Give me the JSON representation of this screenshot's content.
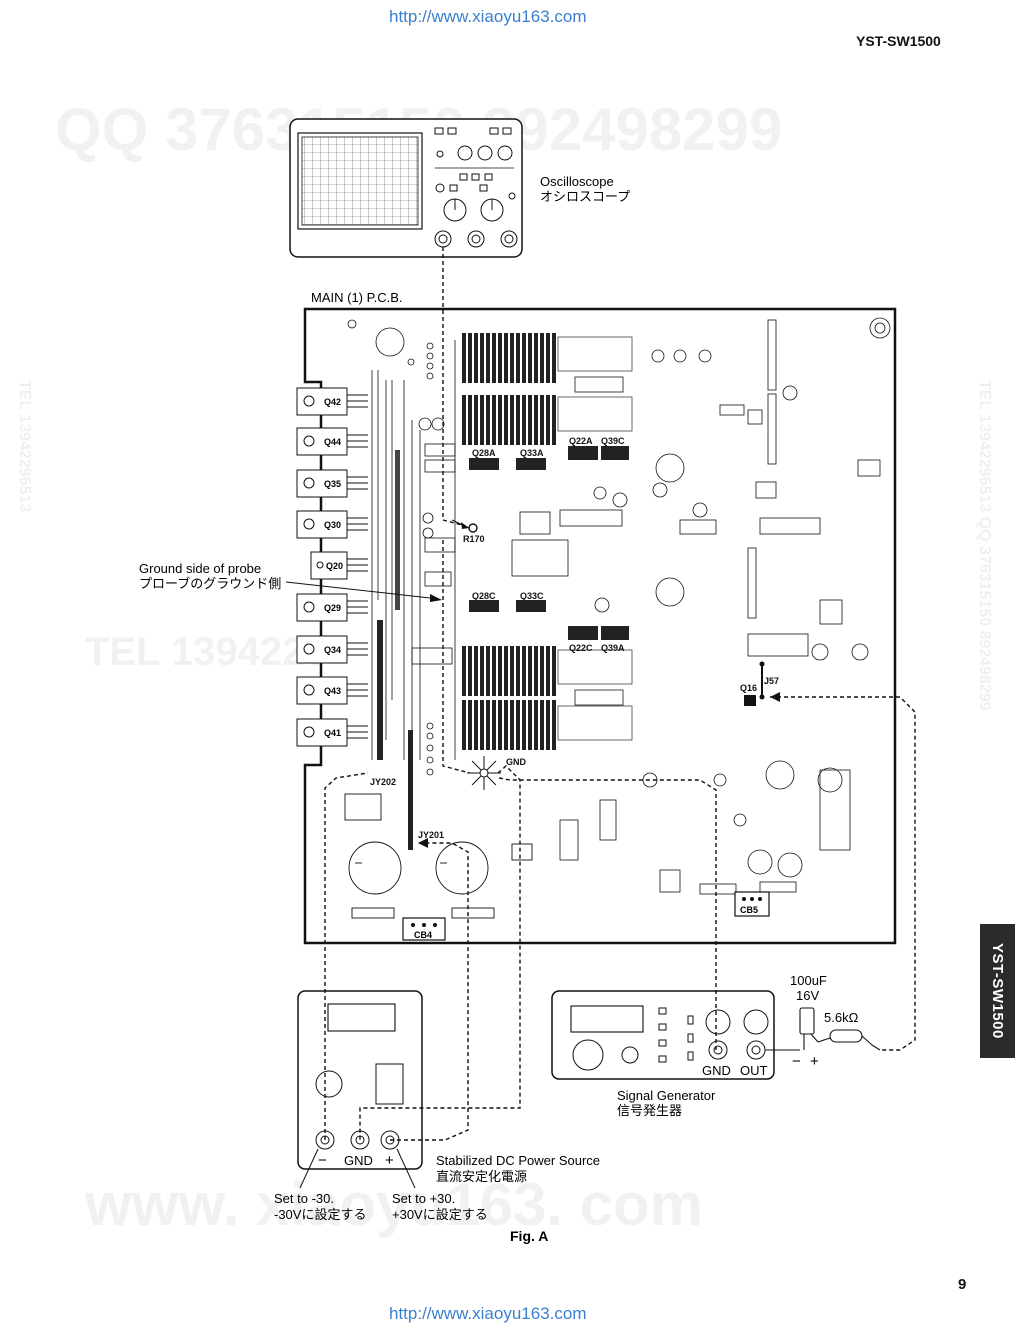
{
  "header": {
    "url_top": "http://www.xiaoyu163.com",
    "model": "YST-SW1500"
  },
  "side_tab": "YST-SW1500",
  "watermarks": {
    "qq_line": "QQ 376315150    892498299",
    "tel_line": "TEL 13942296513",
    "www_line": "www. xiaoyu163. com",
    "side_left": "TEL 13942296513",
    "side_right": "TEL 13942296513  QQ 376315150  892498299"
  },
  "diagram": {
    "oscilloscope": {
      "en": "Oscilloscope",
      "jp": "オシロスコープ"
    },
    "pcb_title": "MAIN (1) P.C.B.",
    "probe_label": {
      "en": "Ground side of probe",
      "jp": "プローブのグラウンド側"
    },
    "transistors_left": [
      "Q42",
      "Q44",
      "Q35",
      "Q30",
      "Q20",
      "Q29",
      "Q34",
      "Q43",
      "Q41"
    ],
    "heatsink_labels": [
      "Q28A",
      "Q33A",
      "Q22A",
      "Q39C",
      "Q28C",
      "Q33C",
      "Q22C",
      "Q39A"
    ],
    "refs": {
      "r170": "R170",
      "gnd": "GND",
      "jy202": "JY202",
      "jy201": "JY201",
      "cb4": "CB4",
      "cb5": "CB5",
      "q16": "Q16",
      "j57": "J57"
    },
    "signal_generator": {
      "en": "Signal Generator",
      "jp": "信号発生器",
      "gnd": "GND",
      "out": "OUT"
    },
    "capacitor": {
      "value": "100uF",
      "voltage": "16V"
    },
    "resistor": "5.6kΩ",
    "polarity": {
      "minus": "−",
      "plus": "+"
    },
    "power_source": {
      "en": "Stabilized DC Power Source",
      "jp": "直流安定化電源",
      "minus": "−",
      "gnd": "GND",
      "plus": "+"
    },
    "set_minus": {
      "en": "Set to -30.",
      "jp": "-30Vに設定する"
    },
    "set_plus": {
      "en": "Set to +30.",
      "jp": "+30Vに設定する"
    },
    "figure_caption": "Fig. A"
  },
  "footer": {
    "page_number": "9",
    "url_bottom": "http://www.xiaoyu163.com"
  }
}
